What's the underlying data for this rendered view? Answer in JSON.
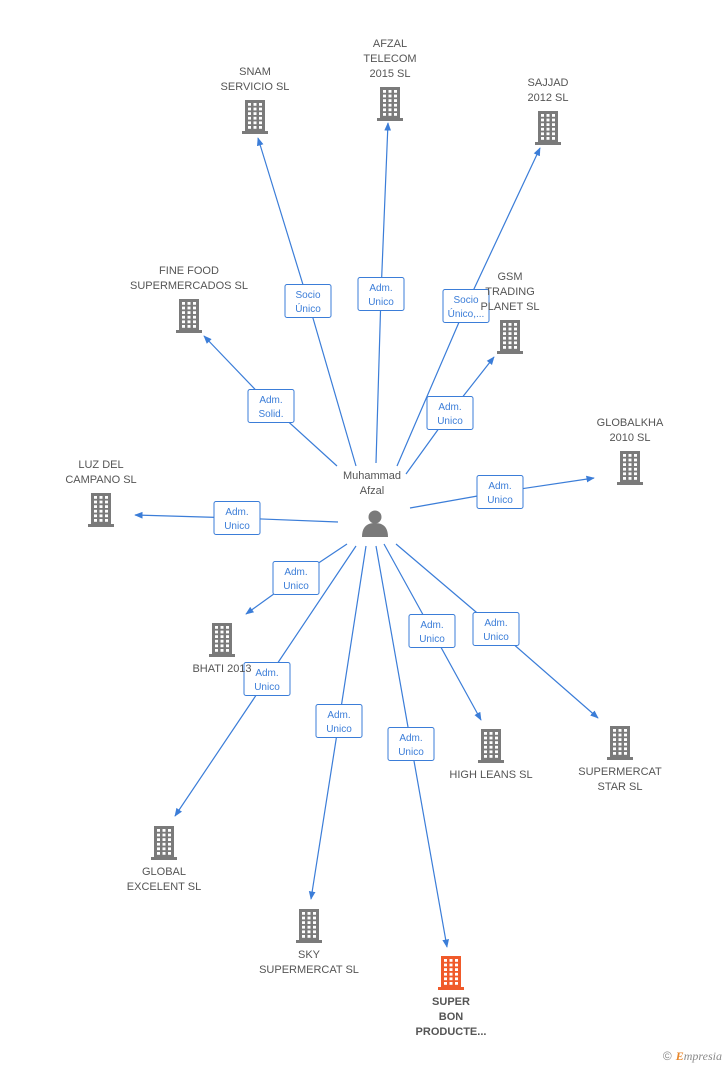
{
  "center": {
    "label": [
      "Muhammad",
      "Afzal"
    ]
  },
  "colors": {
    "edge": "#3b7dd8",
    "building": "#7a7a7a",
    "building_highlight": "#f05a2a",
    "label": "#555555"
  },
  "nodes": [
    {
      "id": "snam",
      "label": [
        "SNAM",
        "SERVICIO SL"
      ],
      "relation": [
        "Socio",
        "Único"
      ]
    },
    {
      "id": "afzal",
      "label": [
        "AFZAL",
        "TELECOM",
        "2015 SL"
      ],
      "relation": [
        "Adm.",
        "Unico"
      ]
    },
    {
      "id": "sajjad",
      "label": [
        "SAJJAD",
        "2012 SL"
      ],
      "relation": [
        "Socio",
        "Único,..."
      ]
    },
    {
      "id": "finefood",
      "label": [
        "FINE FOOD",
        "SUPERMERCADOS SL"
      ],
      "relation": [
        "Adm.",
        "Solid."
      ]
    },
    {
      "id": "gsm",
      "label": [
        "GSM",
        "TRADING",
        "PLANET SL"
      ],
      "relation": [
        "Adm.",
        "Unico"
      ]
    },
    {
      "id": "globalkha",
      "label": [
        "GLOBALKHA",
        "2010 SL"
      ],
      "relation": [
        "Adm.",
        "Unico"
      ]
    },
    {
      "id": "luz",
      "label": [
        "LUZ DEL",
        "CAMPANO SL"
      ],
      "relation": [
        "Adm.",
        "Unico"
      ]
    },
    {
      "id": "bhati",
      "label": [
        "BHATI 2013"
      ],
      "relation": [
        "Adm.",
        "Unico"
      ]
    },
    {
      "id": "globalexcelent",
      "label": [
        "GLOBAL",
        "EXCELENT SL"
      ],
      "relation": [
        "Adm.",
        "Unico"
      ]
    },
    {
      "id": "sky",
      "label": [
        "SKY",
        "SUPERMERCAT SL"
      ],
      "relation": [
        "Adm.",
        "Unico"
      ]
    },
    {
      "id": "superbon",
      "label": [
        "SUPER",
        "BON",
        "PRODUCTE..."
      ],
      "relation": [
        "Adm.",
        "Unico"
      ],
      "highlight": true
    },
    {
      "id": "highleans",
      "label": [
        "HIGH LEANS SL"
      ],
      "relation": [
        "Adm.",
        "Unico"
      ]
    },
    {
      "id": "supermercatstar",
      "label": [
        "SUPERMERCAT",
        "STAR SL"
      ],
      "relation": [
        "Adm.",
        "Unico"
      ]
    }
  ],
  "brand": {
    "copyright": "©",
    "name_first": "E",
    "name_rest": "mpresia"
  }
}
